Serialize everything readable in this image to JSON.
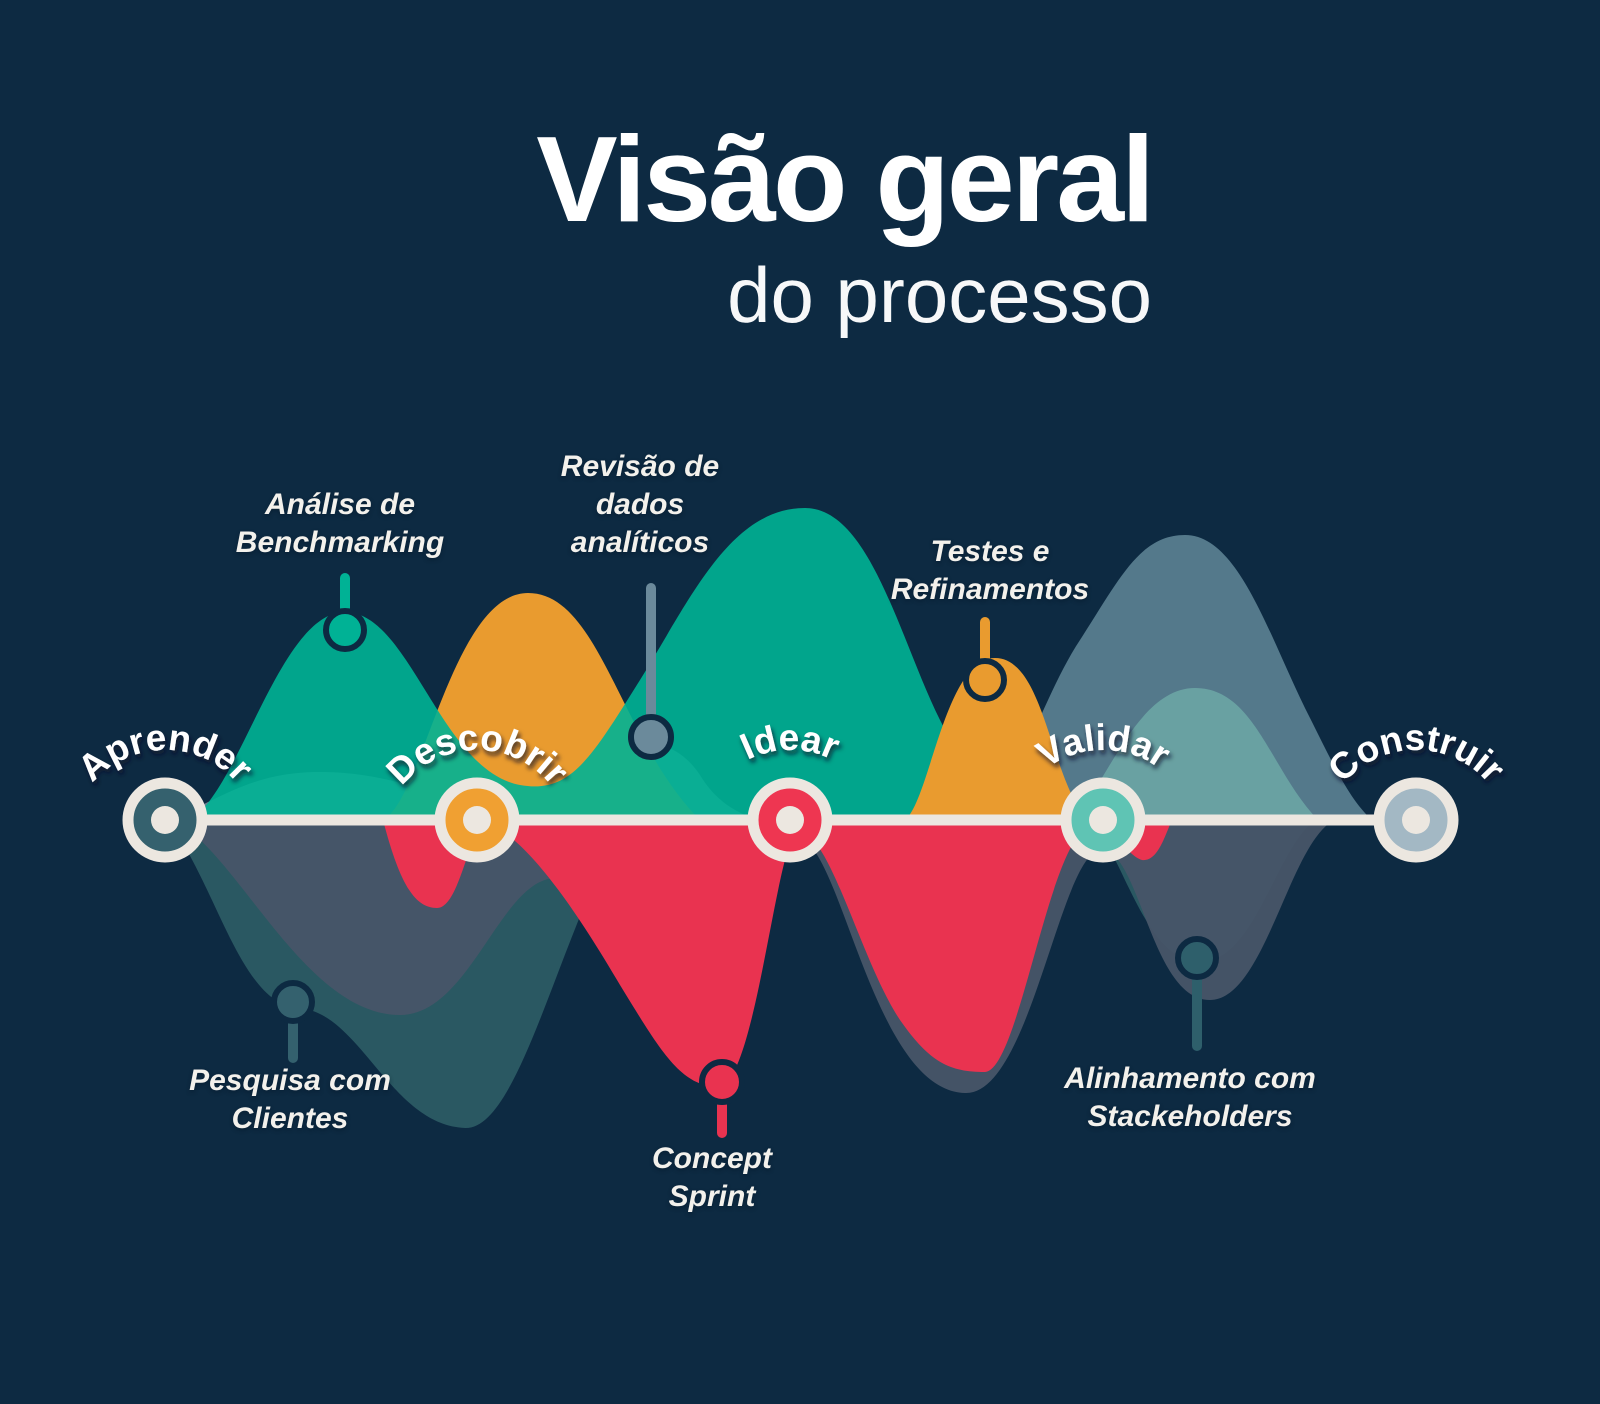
{
  "title": {
    "main": "Visão geral",
    "subtitle": "do processo"
  },
  "stages": [
    {
      "label": "Aprender",
      "color": "#35616e"
    },
    {
      "label": "Descobrir",
      "color": "#f0a032"
    },
    {
      "label": "Idear",
      "color": "#ee3651"
    },
    {
      "label": "Validar",
      "color": "#5fc4b4"
    },
    {
      "label": "Construir",
      "color": "#a3b8c4"
    }
  ],
  "callouts": [
    {
      "id": "analise",
      "position": "above",
      "lines": [
        "Análise de",
        "Benchmarking"
      ],
      "color": "#00b295"
    },
    {
      "id": "revisao",
      "position": "above",
      "lines": [
        "Revisão de",
        "dados",
        "analíticos"
      ],
      "color": "#6b8a9b"
    },
    {
      "id": "testes",
      "position": "above",
      "lines": [
        "Testes e",
        "Refinamentos"
      ],
      "color": "#e99b2f"
    },
    {
      "id": "pesquisa",
      "position": "below",
      "lines": [
        "Pesquisa com",
        "Clientes"
      ],
      "color": "#34616e"
    },
    {
      "id": "concept",
      "position": "below",
      "lines": [
        "Concept",
        "Sprint"
      ],
      "color": "#e93350"
    },
    {
      "id": "alinhamento",
      "position": "below",
      "lines": [
        "Alinhamento com",
        "Stackeholders"
      ],
      "color": "#2e5f6b"
    }
  ],
  "colors": {
    "background": "#0d2a42",
    "line": "#ece7e0",
    "teal": "#00b295",
    "orange": "#e99b2f",
    "red": "#e93350",
    "gray_left": "#8096a5",
    "gray_hump": "#5f8495",
    "teal_gray_hump": "#6aa3a3",
    "slate_below": "#475568",
    "dark_teal_below": "#2a5862",
    "text": "#ffffff"
  }
}
